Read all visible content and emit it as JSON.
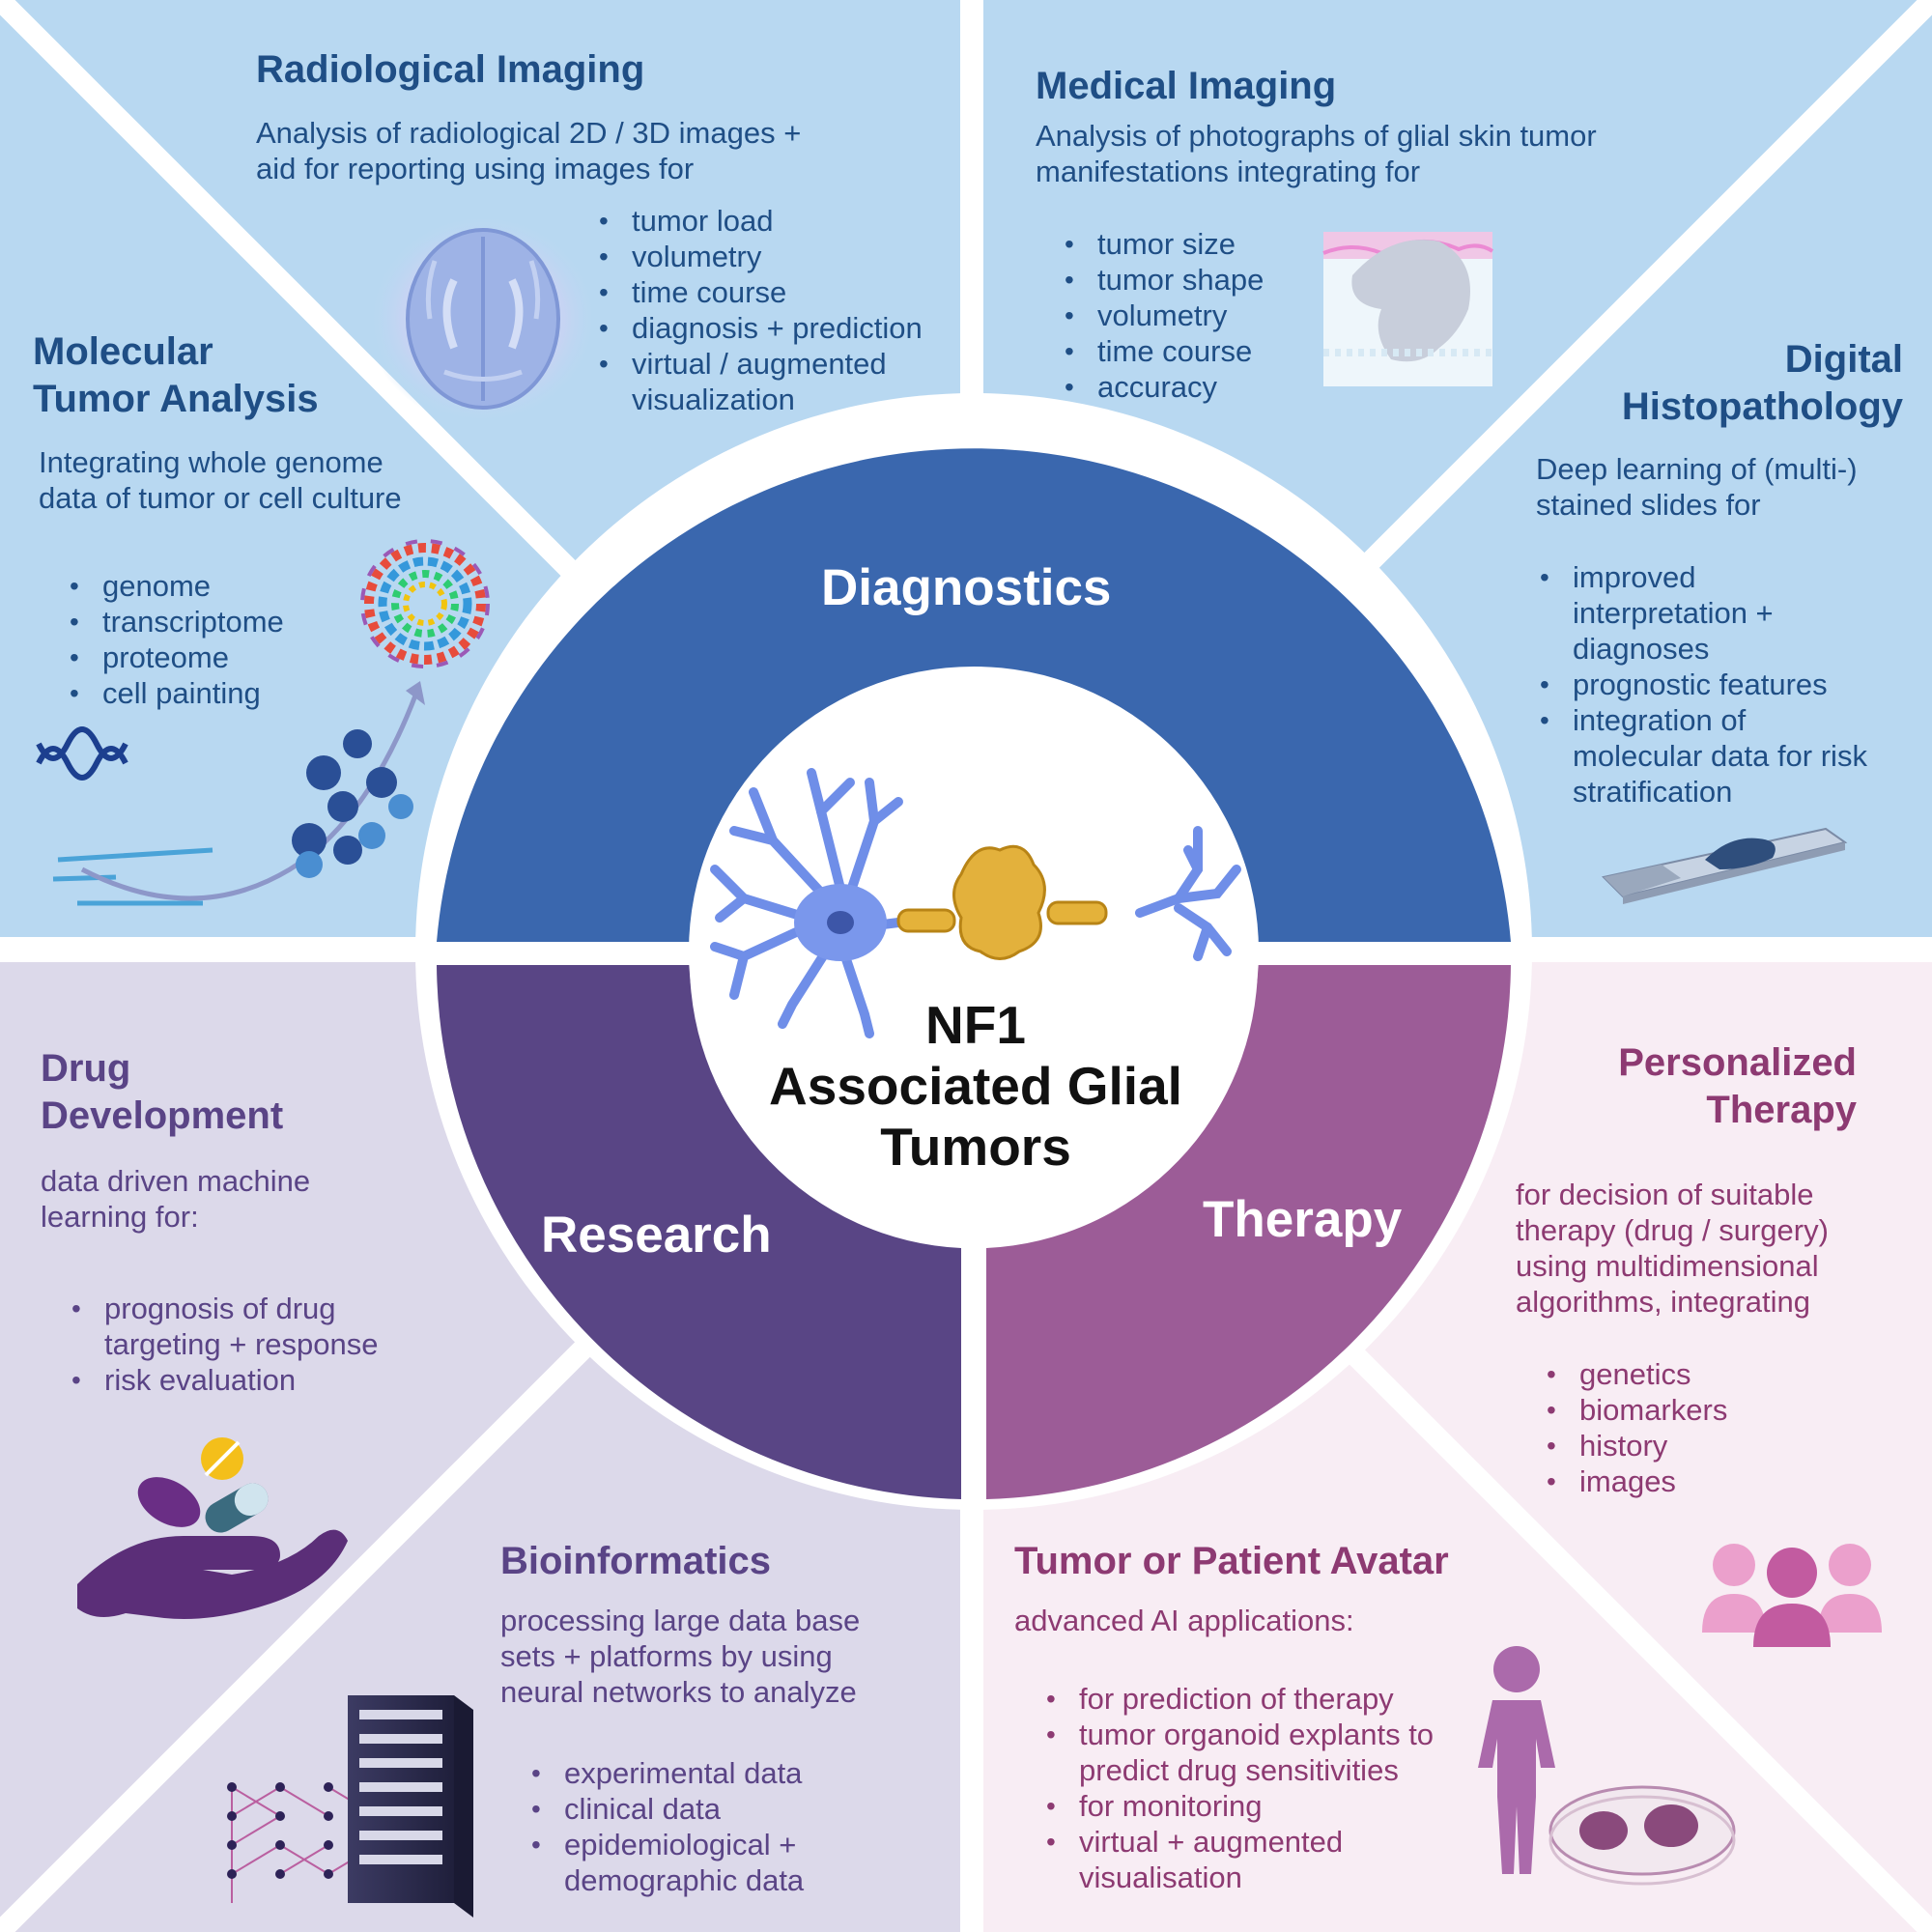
{
  "colors": {
    "blue_panel": "#b8d8f1",
    "purple_panel": "#dcd9ea",
    "pink_panel": "#f8edf4",
    "diagnostics": "#3a67ae",
    "research": "#594585",
    "therapy": "#9c5c97",
    "heading_blue": "#1f4e85",
    "heading_purple": "#5a4486",
    "heading_magenta": "#8d3a72"
  },
  "icons": {
    "radiological": "brain-mri-icon",
    "medical": "skin-tumor-icon",
    "molecular": "dna-protein-icon",
    "histopathology": "slide-icon",
    "center": "neuron-tumor-icon",
    "drug": "hand-pills-icon",
    "bioinformatics": "server-network-icon",
    "personalized": "people-icon",
    "avatar": "human-petri-dish-icon"
  },
  "center": {
    "title_lines": [
      "NF1",
      "Associated Glial",
      "Tumors"
    ]
  },
  "ring": {
    "diagnostics": "Diagnostics",
    "research": "Research",
    "therapy": "Therapy"
  },
  "radiological": {
    "title": "Radiological Imaging",
    "desc_lines": [
      "Analysis of radiological 2D / 3D images +",
      "aid for reporting using images for"
    ],
    "items": [
      "tumor load",
      "volumetry",
      "time course",
      "diagnosis + prediction",
      "virtual / augmented",
      "visualization"
    ]
  },
  "medical": {
    "title": "Medical Imaging",
    "desc_lines": [
      "Analysis of photographs of glial skin tumor",
      "manifestations integrating for"
    ],
    "items": [
      "tumor size",
      "tumor shape",
      "volumetry",
      "time course",
      "accuracy"
    ]
  },
  "molecular": {
    "title_lines": [
      "Molecular",
      "Tumor Analysis"
    ],
    "desc_lines": [
      "Integrating whole genome",
      "data of tumor or cell culture"
    ],
    "items": [
      "genome",
      "transcriptome",
      "proteome",
      "cell painting"
    ]
  },
  "histopathology": {
    "title_lines": [
      "Digital",
      "Histopathology"
    ],
    "desc_lines": [
      "Deep learning of (multi-)",
      "stained slides for"
    ],
    "items": [
      "improved",
      "interpretation +",
      "diagnoses",
      "prognostic features",
      "integration of",
      "molecular data for risk",
      "stratification"
    ]
  },
  "drug": {
    "title_lines": [
      "Drug",
      "Development"
    ],
    "desc_lines": [
      "data driven machine",
      "learning for:"
    ],
    "items": [
      "prognosis of drug",
      "targeting + response",
      "risk evaluation"
    ]
  },
  "bioinformatics": {
    "title": "Bioinformatics",
    "desc_lines": [
      "processing large data base",
      "sets + platforms by using",
      "neural networks to analyze"
    ],
    "items": [
      "experimental data",
      "clinical data",
      "epidemiological +",
      "demographic data"
    ]
  },
  "personalized": {
    "title_lines": [
      "Personalized",
      "Therapy"
    ],
    "desc_lines": [
      "for decision of suitable",
      "therapy (drug / surgery)",
      "using multidimensional",
      "algorithms, integrating"
    ],
    "items": [
      "genetics",
      "biomarkers",
      "history",
      "images"
    ]
  },
  "avatar": {
    "title": "Tumor or Patient Avatar",
    "desc": "advanced AI applications:",
    "items": [
      "for prediction of therapy",
      "tumor organoid explants to",
      "predict drug sensitivities",
      "for monitoring",
      "virtual + augmented",
      "visualisation"
    ]
  }
}
